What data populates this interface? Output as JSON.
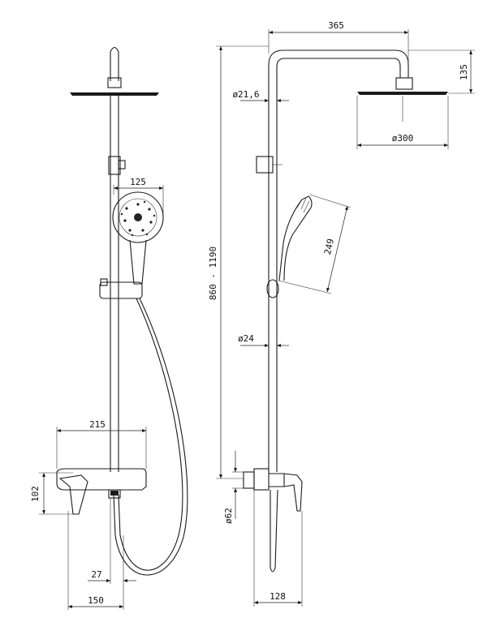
{
  "dimensions": {
    "front_handshower_width": "125",
    "front_mixer_width": "215",
    "front_mixer_height": "102",
    "front_outlet_offset": "27",
    "front_base_width": "150",
    "side_arm_length": "365",
    "side_head_drop": "135",
    "side_arm_diameter": "ø21,6",
    "side_head_diameter": "ø300",
    "side_handshower_length": "249",
    "side_total_height": "860 - 1190",
    "side_rail_diameter": "ø24",
    "side_body_diameter": "ø62",
    "side_mixer_depth": "128"
  },
  "colors": {
    "line": "#1a1a1a",
    "background": "#ffffff"
  }
}
